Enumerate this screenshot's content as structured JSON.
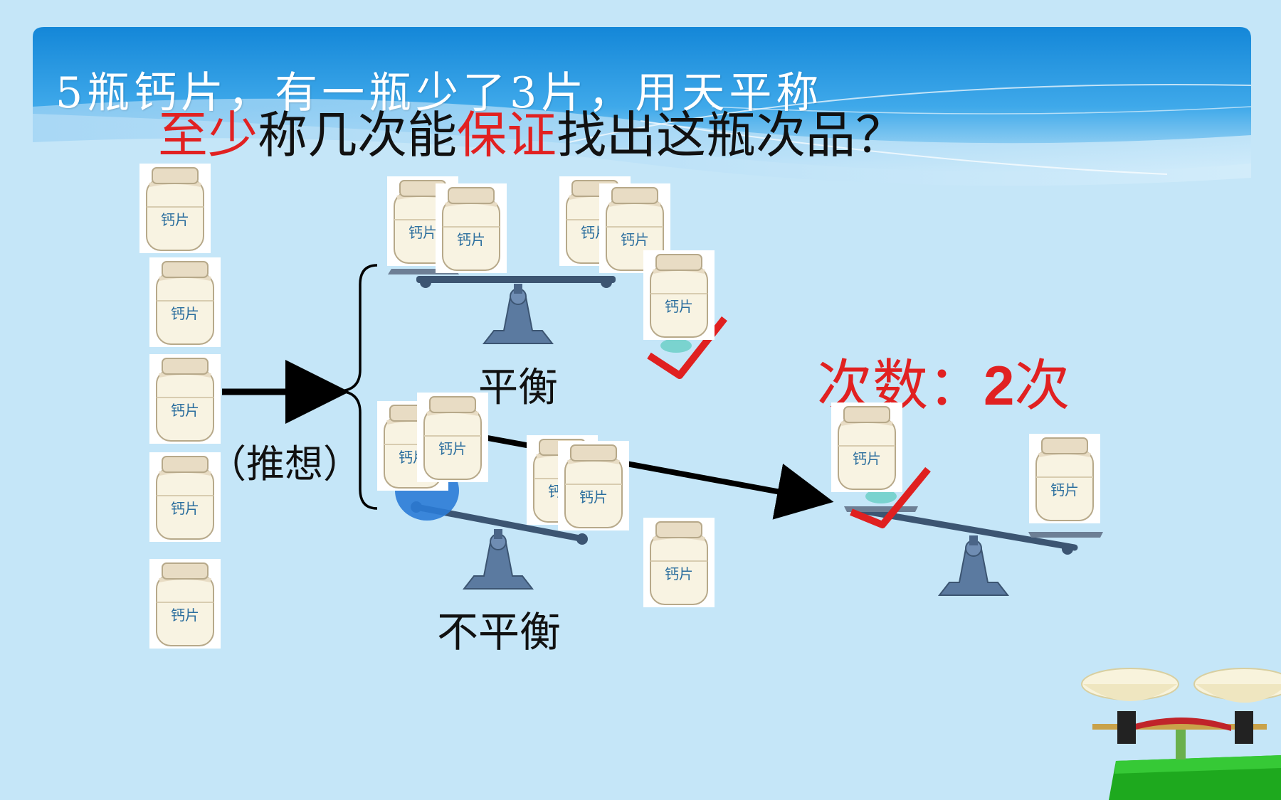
{
  "slide": {
    "question_line1": "5瓶钙片，有一瓶少了3片，用天平称",
    "question_line2": {
      "part1": "至少",
      "part2": "称几次能",
      "part3": "保证",
      "part4": "找出这瓶次品？"
    },
    "label_balanced": "平衡",
    "label_unbalanced": "不平衡",
    "label_guess": "（推想）",
    "count_label": "次数：",
    "count_value": "2",
    "count_unit": "次",
    "bottle_label": "钙片"
  },
  "colors": {
    "background": "#c5e6f8",
    "banner": "#1e8fdc",
    "highlight_red": "#e12121",
    "scale_blue": "#5b7aa0",
    "check_red": "#e02020"
  }
}
